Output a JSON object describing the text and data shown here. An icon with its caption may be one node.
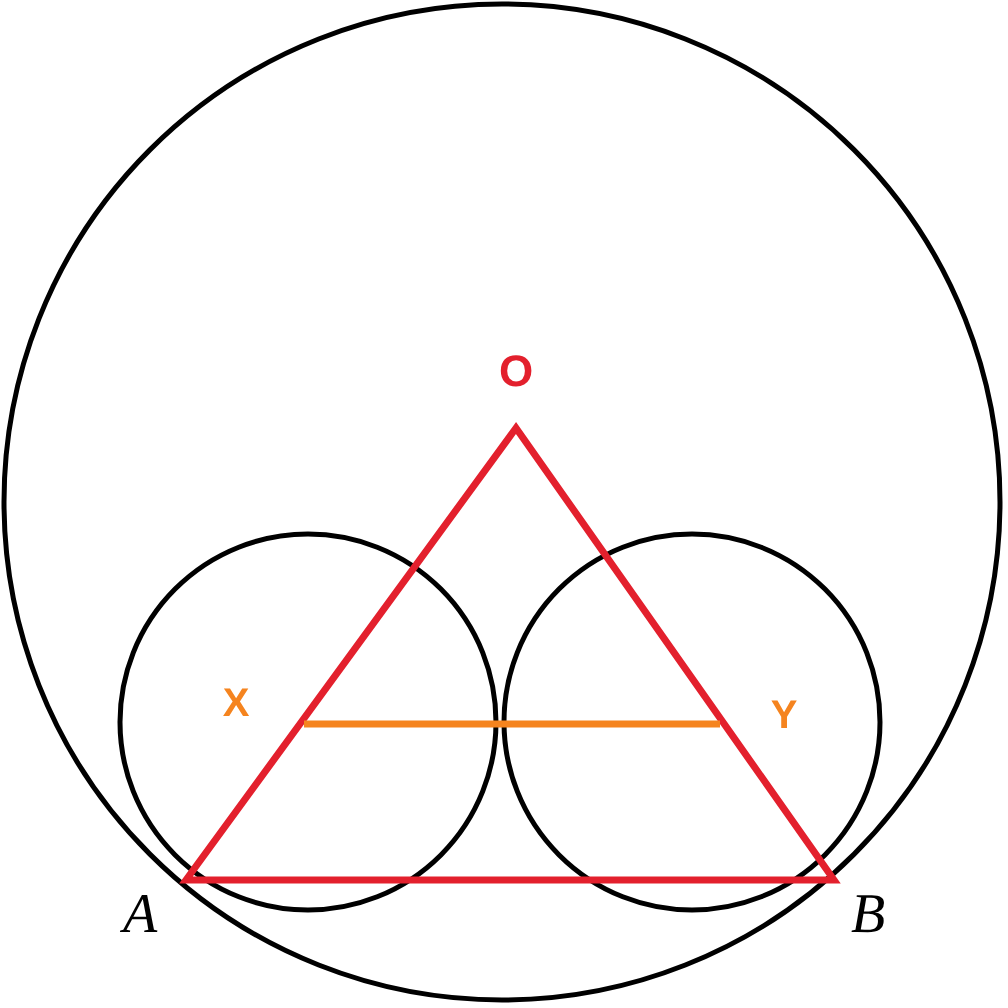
{
  "diagram": {
    "labels": [
      "O",
      "X",
      "Y",
      "A",
      "B"
    ]
  }
}
